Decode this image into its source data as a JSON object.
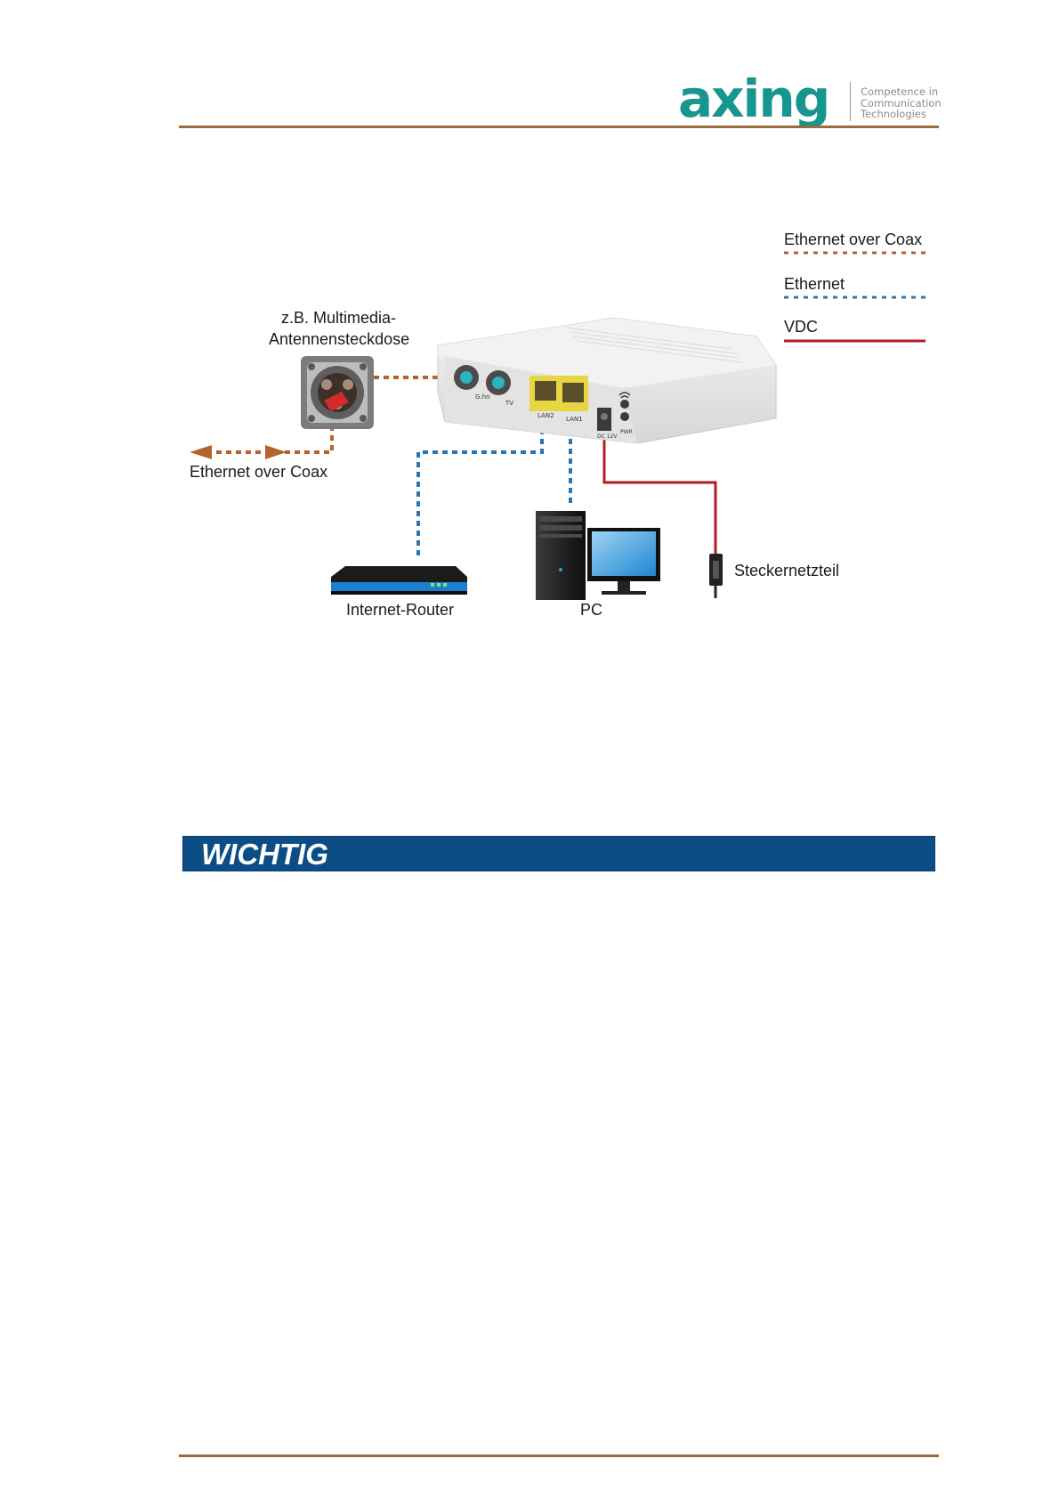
{
  "header": {
    "logo_word": "axing",
    "tagline": [
      "Competence in",
      "Communication",
      "Technologies"
    ]
  },
  "legend": [
    {
      "label": "Ethernet over Coax",
      "line": "dotted",
      "color": "#b5632e"
    },
    {
      "label": "Ethernet",
      "line": "dotted",
      "color": "#2a74b2"
    },
    {
      "label": "VDC",
      "line": "solid",
      "color": "#b21e23"
    }
  ],
  "diagram": {
    "socket_label": [
      "z.B. Multimedia-",
      "Antennensteckdose"
    ],
    "coax_out_label": "Ethernet over Coax",
    "router_label": "Internet-Router",
    "pc_label": "PC",
    "psu_label": "Steckernetzteil",
    "modem_ports": {
      "coax_in": "G.hn",
      "tv": "TV",
      "lan2": "LAN2",
      "lan1": "LAN1",
      "dc": "DC 12V",
      "pwr": "PWR"
    }
  },
  "notice": {
    "title": "WICHTIG"
  }
}
